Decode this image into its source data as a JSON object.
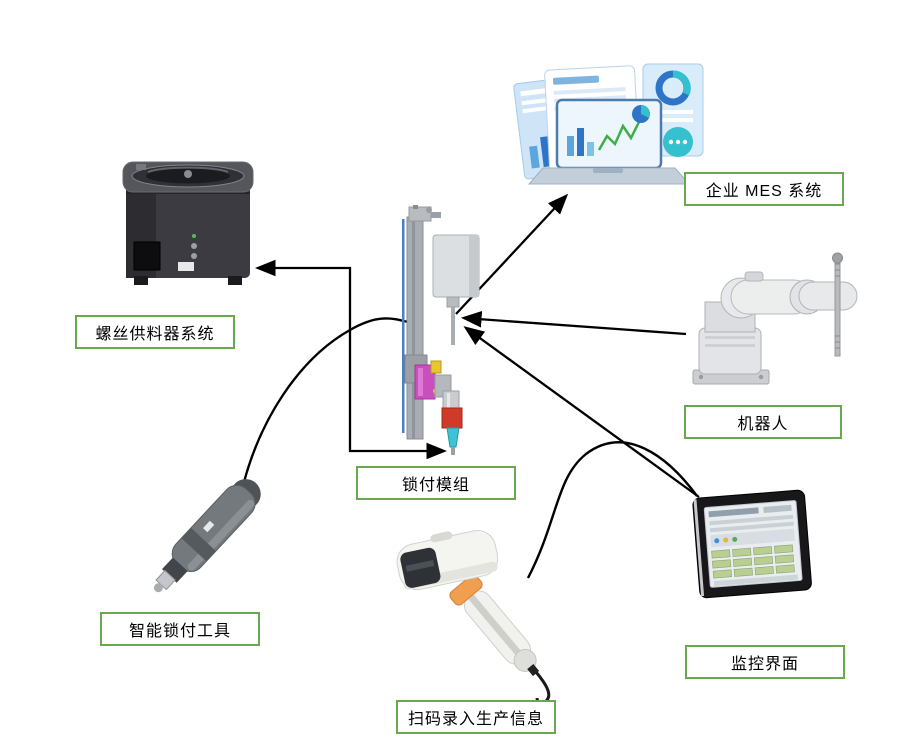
{
  "diagram": {
    "type": "system-architecture",
    "background": "#ffffff",
    "nodes": [
      {
        "id": "mes",
        "label": "企业 MES 系统",
        "illustration": "mes-dashboard-laptop"
      },
      {
        "id": "feeder",
        "label": "螺丝供料器系统",
        "illustration": "screw-feeder-machine"
      },
      {
        "id": "module",
        "label": "锁付模组",
        "illustration": "screw-locking-module"
      },
      {
        "id": "robot",
        "label": "机器人",
        "illustration": "scara-robot"
      },
      {
        "id": "tool",
        "label": "智能锁付工具",
        "illustration": "smart-screwdriver"
      },
      {
        "id": "scanner",
        "label": "扫码录入生产信息",
        "illustration": "barcode-scanner"
      },
      {
        "id": "monitor",
        "label": "监控界面",
        "illustration": "hmi-touch-panel"
      }
    ],
    "connections": [
      {
        "from": "module",
        "to": "feeder",
        "arrowheads": "both",
        "style": "elbow"
      },
      {
        "from": "tool",
        "to": "module",
        "arrowheads": "none",
        "style": "cable-curve"
      },
      {
        "from": "module",
        "to": "mes",
        "arrowheads": "end",
        "style": "straight"
      },
      {
        "from": "robot",
        "to": "module",
        "arrowheads": "end",
        "style": "straight"
      },
      {
        "from": "monitor",
        "to": "module",
        "arrowheads": "end",
        "style": "straight"
      },
      {
        "from": "scanner",
        "to": "monitor",
        "arrowheads": "none",
        "style": "cable-curve"
      }
    ],
    "colors": {
      "label_border": "#6aa84f",
      "label_text": "#000000",
      "connector": "#000000",
      "mes_blue": "#2e75c8",
      "mes_teal": "#35c0cf",
      "chart_green": "#3fae49",
      "scanner_orange": "#ef9f4e",
      "module_magenta": "#c94fbe",
      "module_red": "#cf3b28",
      "module_cyan": "#3cc4d4"
    }
  }
}
